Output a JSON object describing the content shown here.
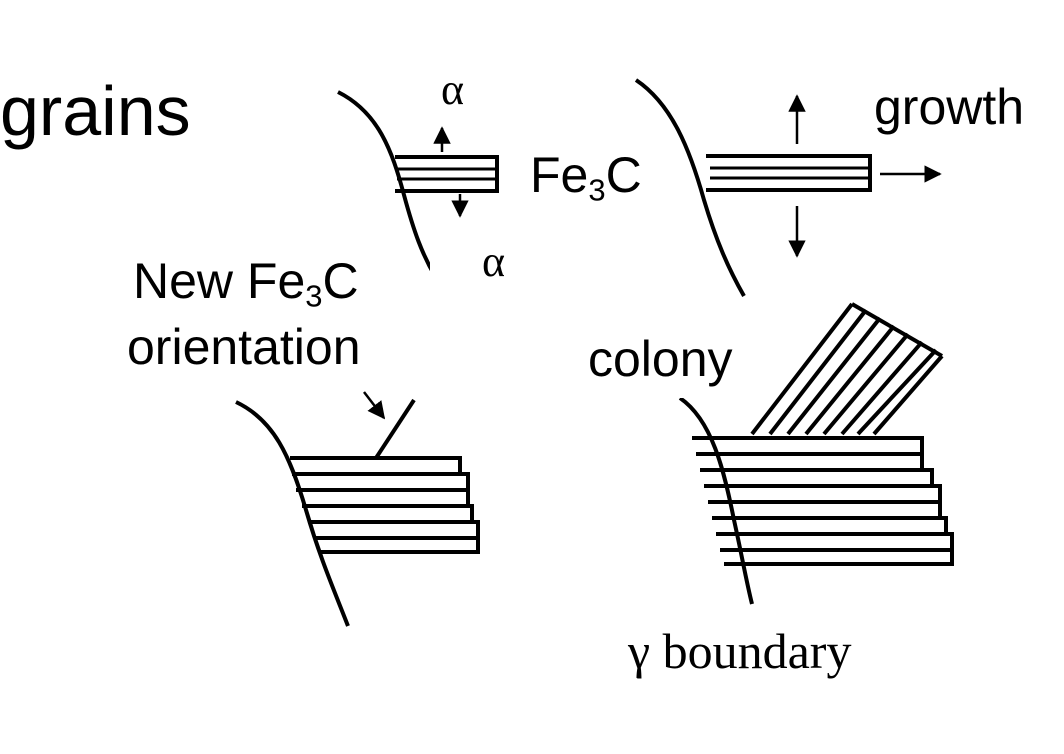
{
  "labels": {
    "grains": "grains",
    "alpha_top": "α",
    "fe3c": {
      "base": "Fe",
      "sub": "3",
      "tail": "C"
    },
    "alpha_mid": "α",
    "growth": "growth",
    "new_fe3c_line1": {
      "base": "New Fe",
      "sub": "3",
      "tail": "C"
    },
    "new_fe3c_line2": "orientation",
    "colony": "colony",
    "gamma_boundary": "γ boundary"
  },
  "icons": {
    "arrow": "arrow-icon"
  },
  "colors": {
    "ink": "#000000",
    "background": "#ffffff"
  }
}
